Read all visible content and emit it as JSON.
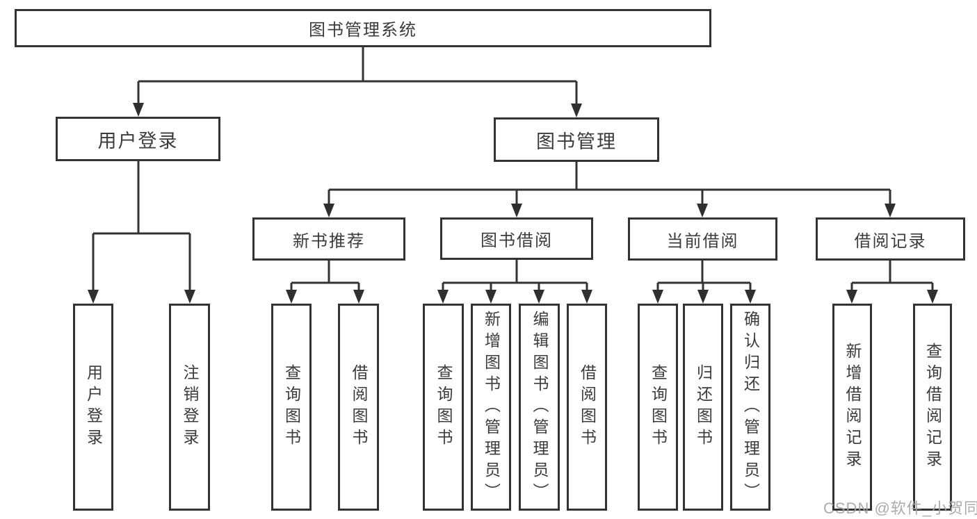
{
  "tree": {
    "label": "图书管理系统",
    "children": [
      {
        "label": "用户登录",
        "children": [
          {
            "label": "用户登录"
          },
          {
            "label": "注销登录"
          }
        ]
      },
      {
        "label": "图书管理",
        "children": [
          {
            "label": "新书推荐",
            "children": [
              {
                "label": "查询图书"
              },
              {
                "label": "借阅图书"
              }
            ]
          },
          {
            "label": "图书借阅",
            "children": [
              {
                "label": "查询图书"
              },
              {
                "label": "新增图书（管理员）"
              },
              {
                "label": "编辑图书（管理员）"
              },
              {
                "label": "借阅图书"
              }
            ]
          },
          {
            "label": "当前借阅",
            "children": [
              {
                "label": "查询图书"
              },
              {
                "label": "归还图书"
              },
              {
                "label": "确认归还（管理员）"
              }
            ]
          },
          {
            "label": "借阅记录",
            "children": [
              {
                "label": "新增借阅记录"
              },
              {
                "label": "查询借阅记录"
              }
            ]
          }
        ]
      }
    ]
  },
  "watermark": {
    "text": "CSDN @软件_小贺同学"
  },
  "colors": {
    "line": "#333333",
    "border": "#333333",
    "text": "#3b3b3b",
    "background": "#ffffff",
    "watermark": "#a4a4a4"
  }
}
